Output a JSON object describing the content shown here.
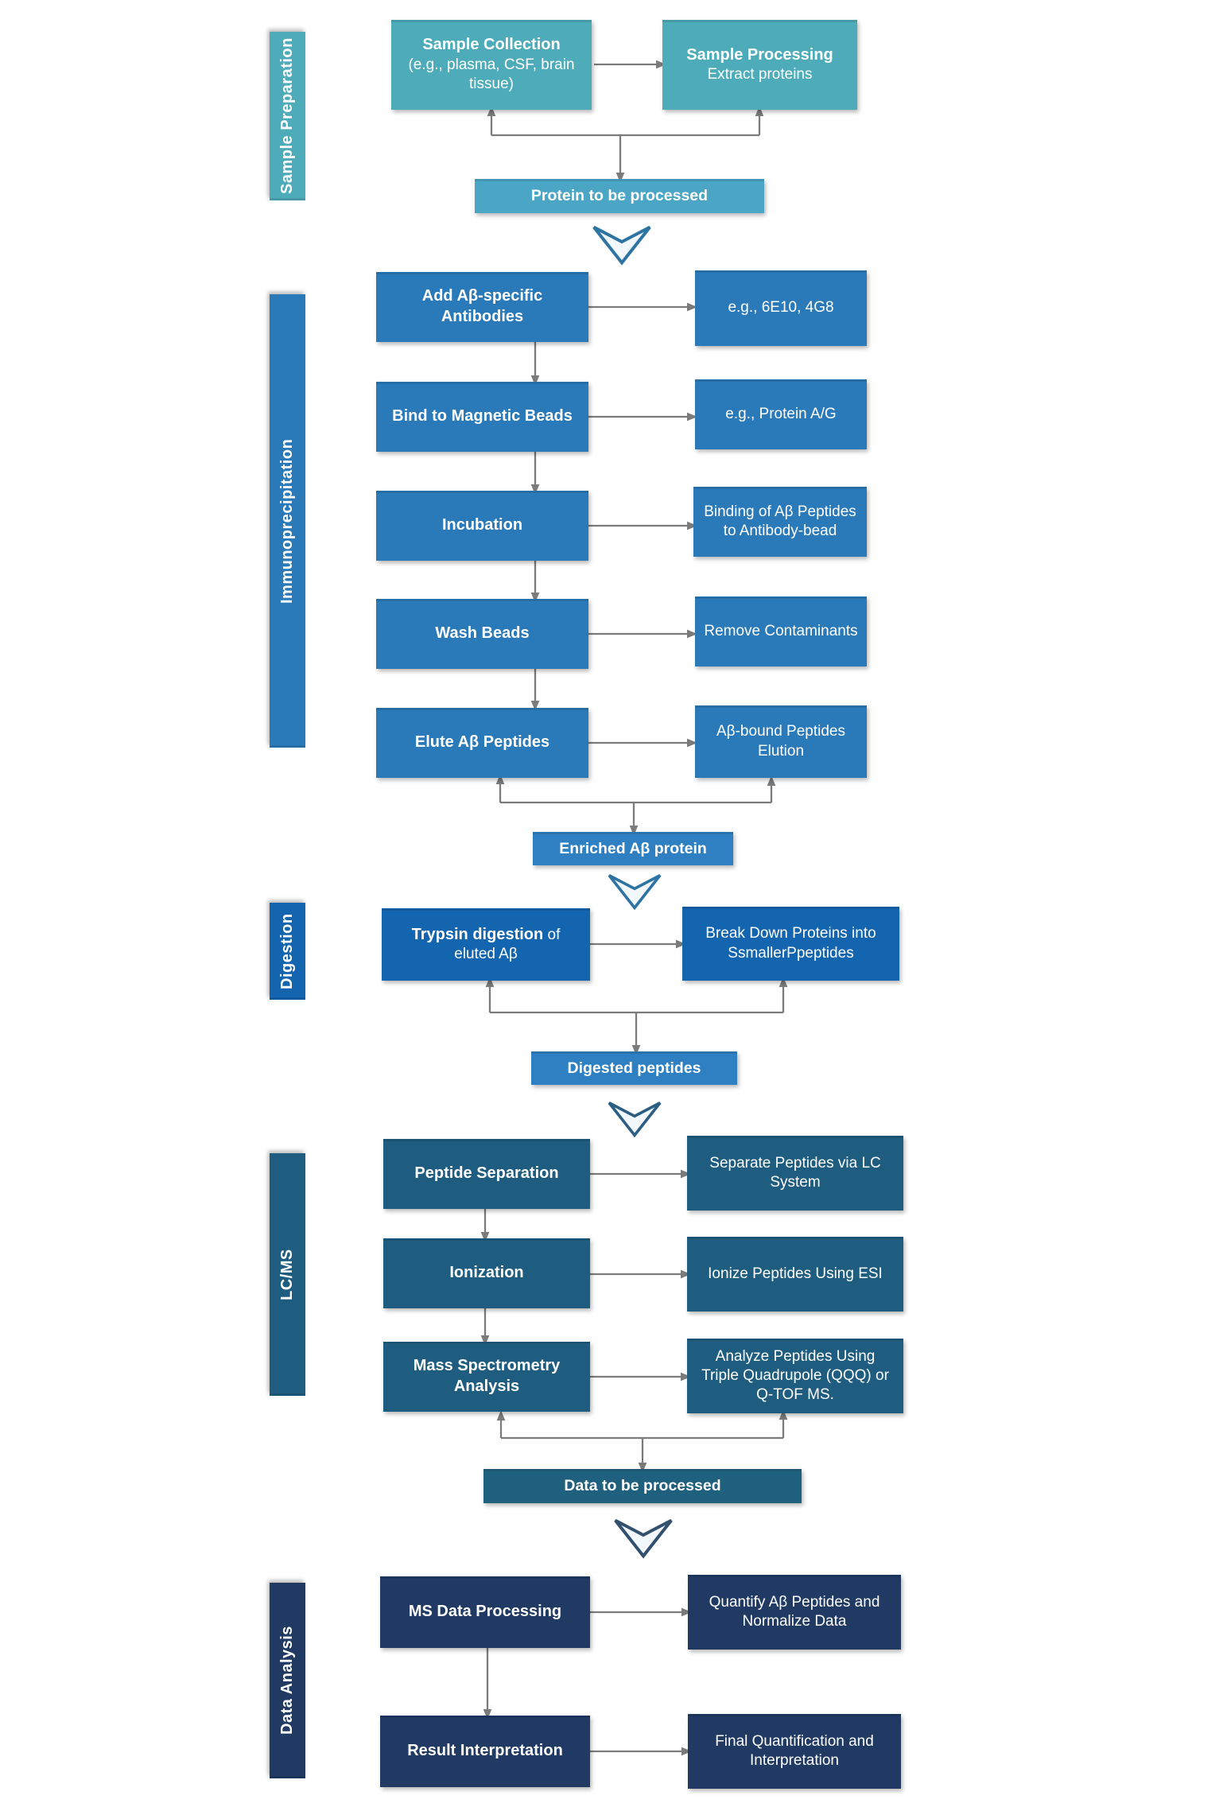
{
  "sections": {
    "sample_preparation": {
      "label": "Sample Preparation",
      "collection": {
        "title": "Sample Collection",
        "subtitle": "(e.g., plasma, CSF, brain tissue)"
      },
      "processing": {
        "title": "Sample Processing",
        "subtitle": "Extract proteins"
      },
      "output_bar": "Protein to be processed"
    },
    "immunoprecipitation": {
      "label": "Immunoprecipitation",
      "rows": [
        {
          "step": "Add Aβ-specific Antibodies",
          "note": "e.g., 6E10, 4G8"
        },
        {
          "step": "Bind to Magnetic Beads",
          "note": "e.g., Protein A/G"
        },
        {
          "step": "Incubation",
          "note": "Binding of Aβ Peptides to Antibody-bead"
        },
        {
          "step": "Wash Beads",
          "note": "Remove Contaminants"
        },
        {
          "step": "Elute Aβ Peptides",
          "note": "Aβ-bound Peptides Elution"
        }
      ],
      "output_bar": "Enriched Aβ protein"
    },
    "digestion": {
      "label": "Digestion",
      "step_bold": "Trypsin digestion",
      "step_rest": " of eluted Aβ",
      "note": "Break Down Proteins into SsmallerPpeptides",
      "output_bar": "Digested peptides"
    },
    "lc_ms": {
      "label": "LC/MS",
      "rows": [
        {
          "step": "Peptide Separation",
          "note": "Separate Peptides via LC System"
        },
        {
          "step": "Ionization",
          "note": "Ionize Peptides Using ESI"
        },
        {
          "step": "Mass Spectrometry Analysis",
          "note": "Analyze Peptides Using Triple Quadrupole (QQQ) or Q-TOF MS."
        }
      ],
      "output_bar": "Data to be processed"
    },
    "data_analysis": {
      "label": "Data Analysis",
      "rows": [
        {
          "step": "MS Data Processing",
          "note": "Quantify Aβ Peptides and Normalize Data"
        },
        {
          "step": "Result Interpretation",
          "note": "Final Quantification and Interpretation"
        }
      ]
    }
  },
  "colors": {
    "sample_prep_teal": "#4EACBA",
    "protein_bar_teal": "#4BA6C6",
    "immuno_blue": "#2A7ABA",
    "enriched_bar_blue": "#2E80C3",
    "digestion_blue": "#1365B0",
    "lcms_dark_blue": "#1E5D80",
    "data_bar_dark_blue": "#20607F",
    "data_analysis_navy": "#203A64",
    "arrow_gray": "#7B7B7B",
    "chevron_stroke": "#2E74A3",
    "chevron_fill": "#F2F8FC"
  }
}
